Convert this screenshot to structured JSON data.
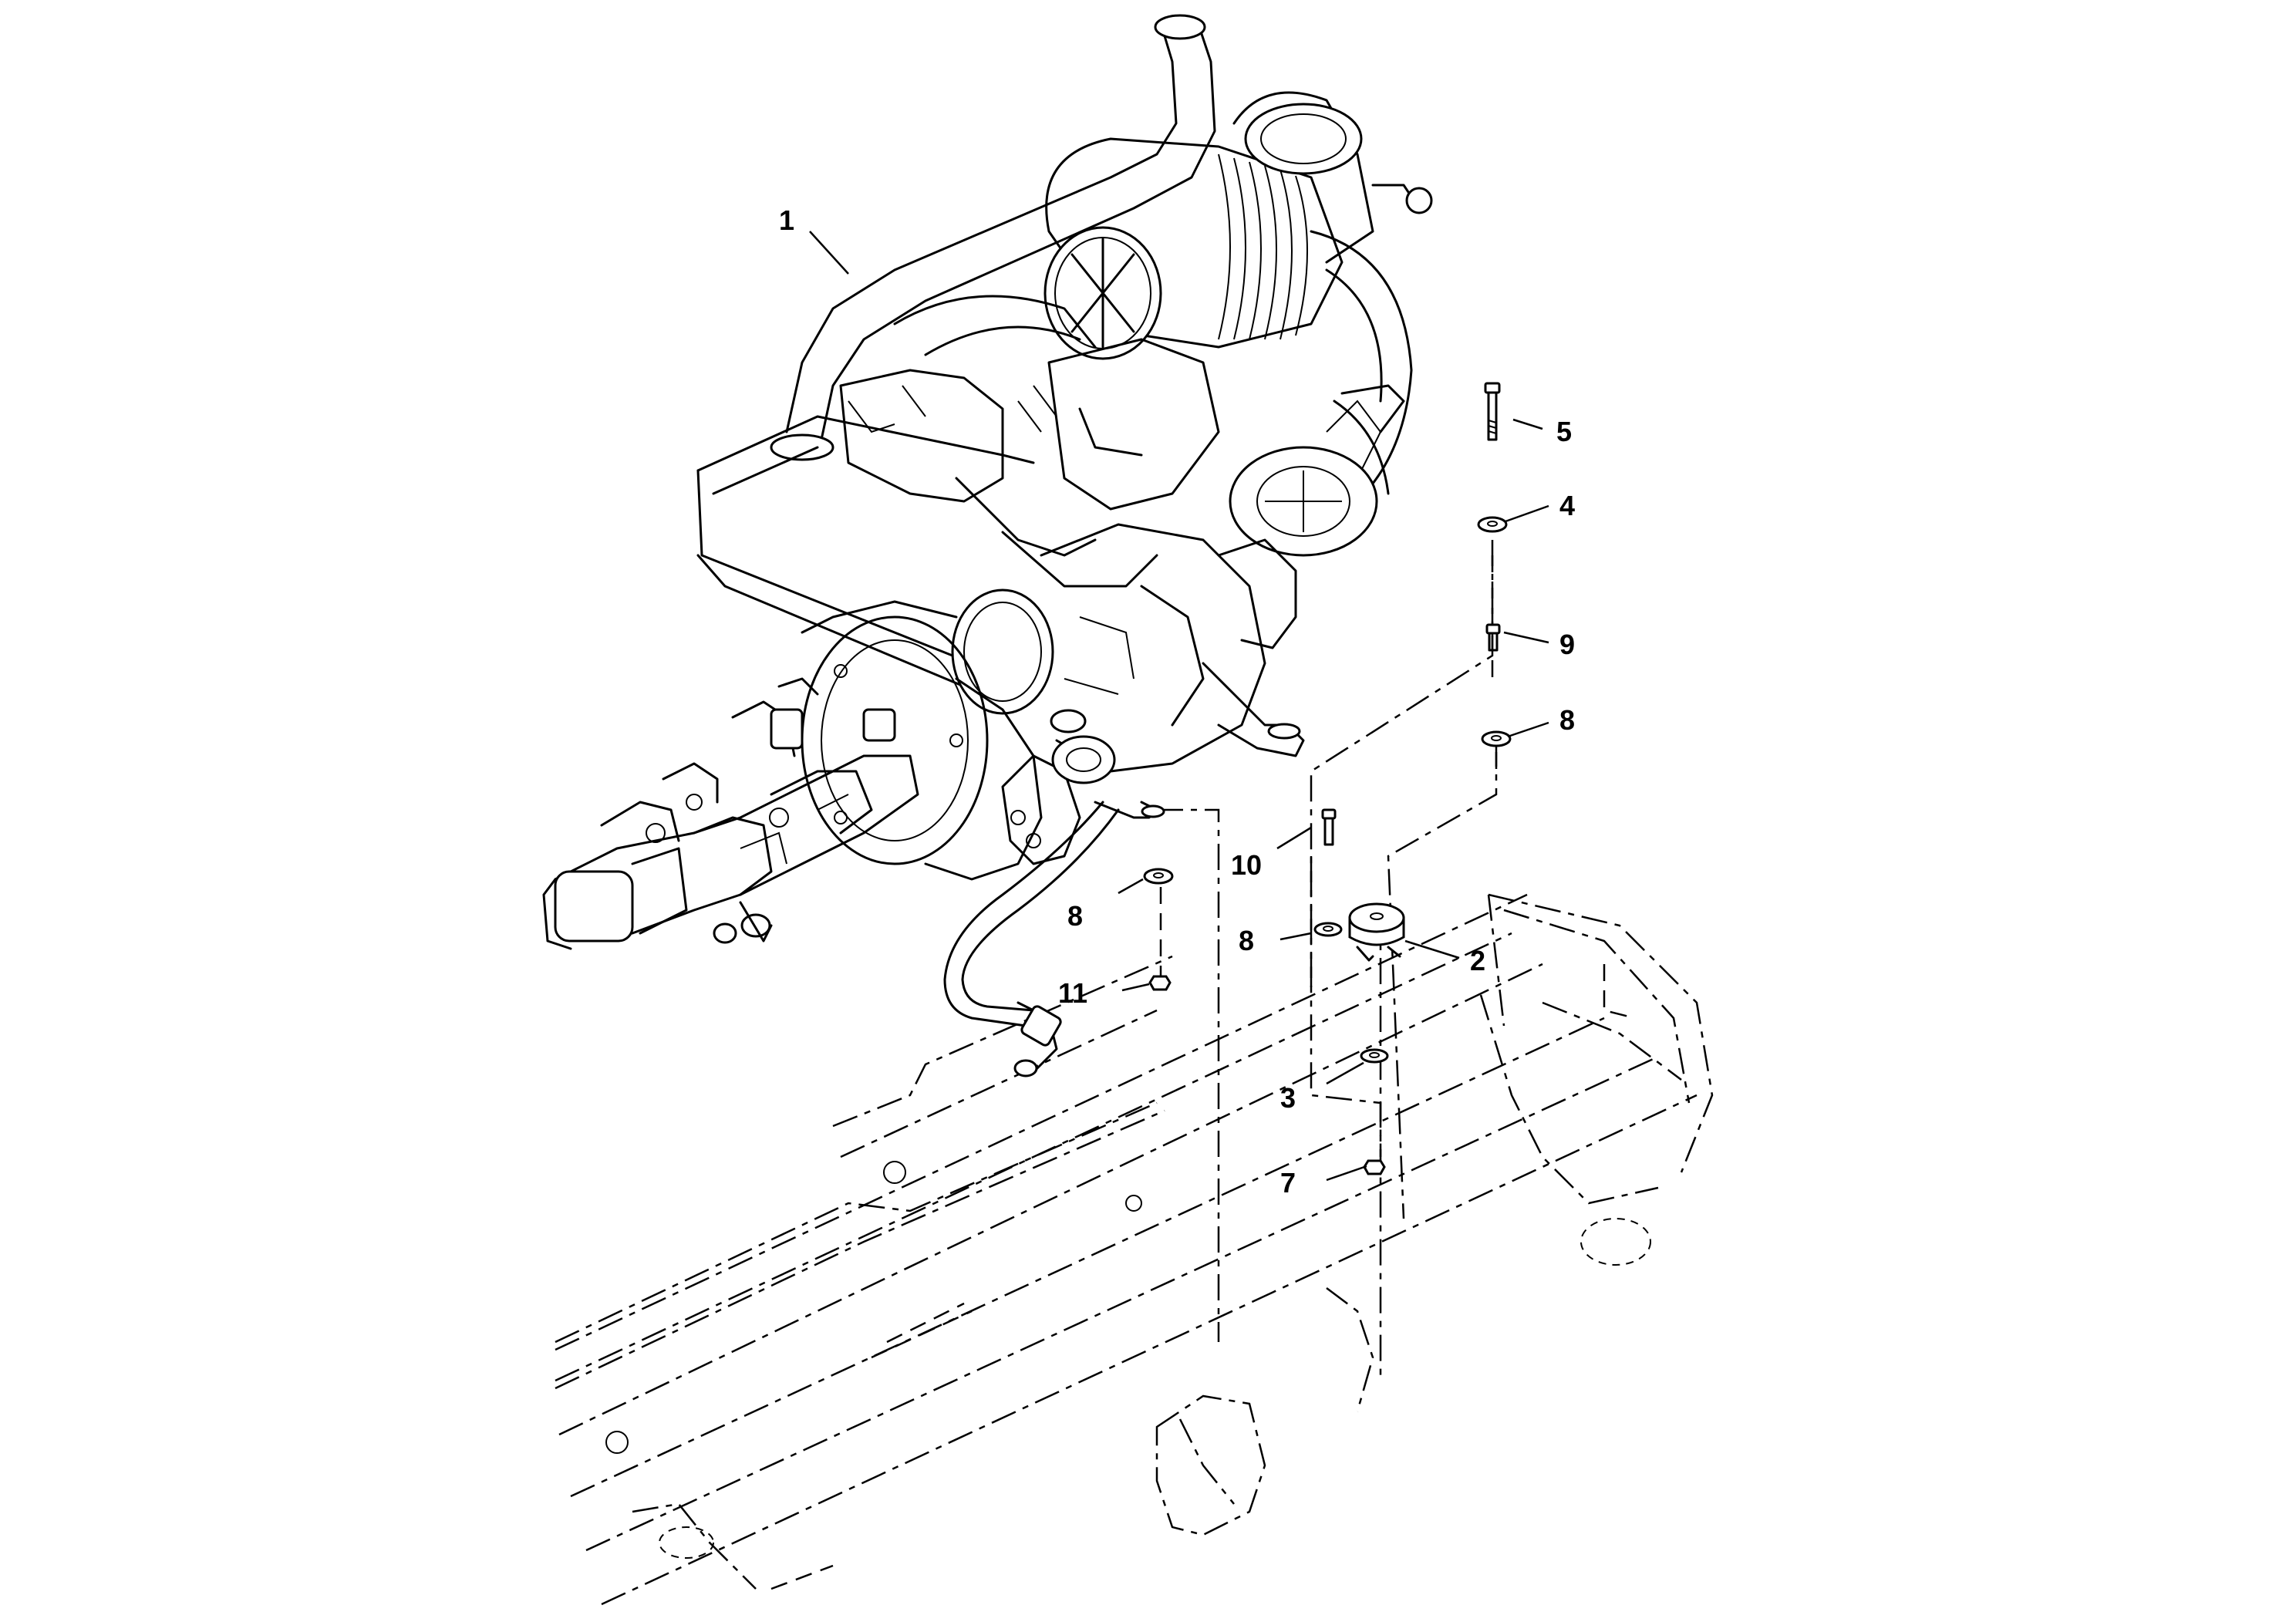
{
  "callouts": {
    "c1": "1",
    "c2": "2",
    "c3": "3",
    "c4": "4",
    "c5": "5",
    "c7": "7",
    "c8a": "8",
    "c8b": "8",
    "c8c": "8",
    "c9": "9",
    "c10": "10",
    "c11": "11"
  }
}
